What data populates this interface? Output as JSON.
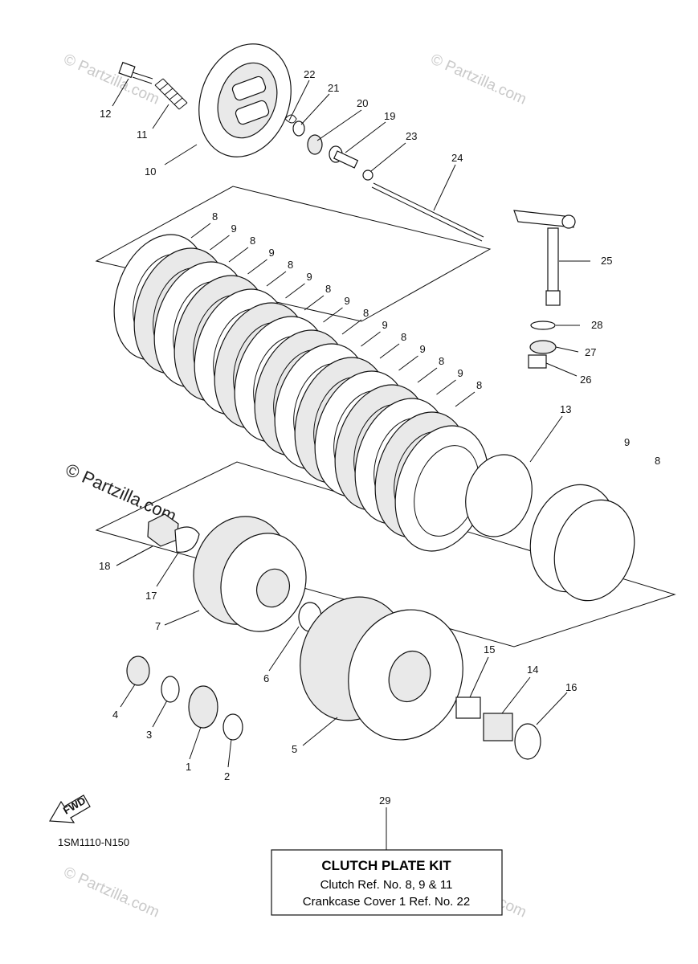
{
  "watermarks": [
    "© Partzilla.com",
    "© Partzilla.com",
    "© Partzilla.com",
    "© Partzilla.com",
    "© Partzilla.com"
  ],
  "diagram_code": "1SM1110-N150",
  "fwd_label": "FWD",
  "kit": {
    "callout": "29",
    "title": "CLUTCH PLATE KIT",
    "line1": "Clutch Ref. No. 8, 9 & 11",
    "line2": "Crankcase Cover 1 Ref. No. 22"
  },
  "callouts": {
    "c1": "1",
    "c2": "2",
    "c3": "3",
    "c4": "4",
    "c5": "5",
    "c6": "6",
    "c7": "7",
    "c10": "10",
    "c11": "11",
    "c12": "12",
    "c13": "13",
    "c14": "14",
    "c15": "15",
    "c16": "16",
    "c17": "17",
    "c18": "18",
    "c19": "19",
    "c20": "20",
    "c21": "21",
    "c22": "22",
    "c23": "23",
    "c24": "24",
    "c25": "25",
    "c26": "26",
    "c27": "27",
    "c28": "28",
    "s8": "8",
    "s9": "9"
  }
}
